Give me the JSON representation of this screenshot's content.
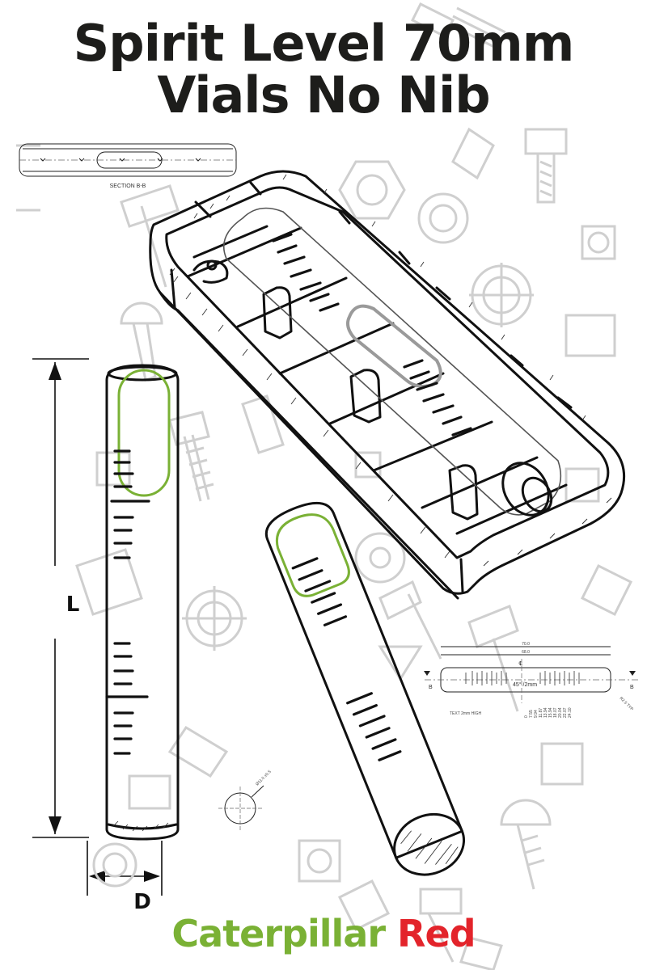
{
  "title": {
    "line1": "Spirit Level 70mm",
    "line2": "Vials No Nib"
  },
  "labels": {
    "length": "L",
    "diameter": "D"
  },
  "drawings": {
    "section_label": "SECTION B-B",
    "section_marker": "B",
    "centerline_symbol": "℄",
    "dim_overall": "70.0",
    "dim_inner": "68.0",
    "angle_note": "45° /2mm",
    "text_note": "TEXT 2mm HIGH",
    "radius_note": "R2.5 TYP",
    "diameter_note": "Ø11.0 ±0.5",
    "scale_values": [
      "0",
      "7.55",
      "9.94",
      "11.87",
      "13.94",
      "15.94",
      "18.07",
      "20.04",
      "22.07",
      "24.10"
    ]
  },
  "brand": {
    "part1": "Caterpillar",
    "part2": "Red",
    "color1": "#7ab135",
    "color2": "#e3242b"
  },
  "colors": {
    "ink": "#1d1d1b",
    "bubble": "#7ab135",
    "ghost": "#cfcfcf"
  }
}
